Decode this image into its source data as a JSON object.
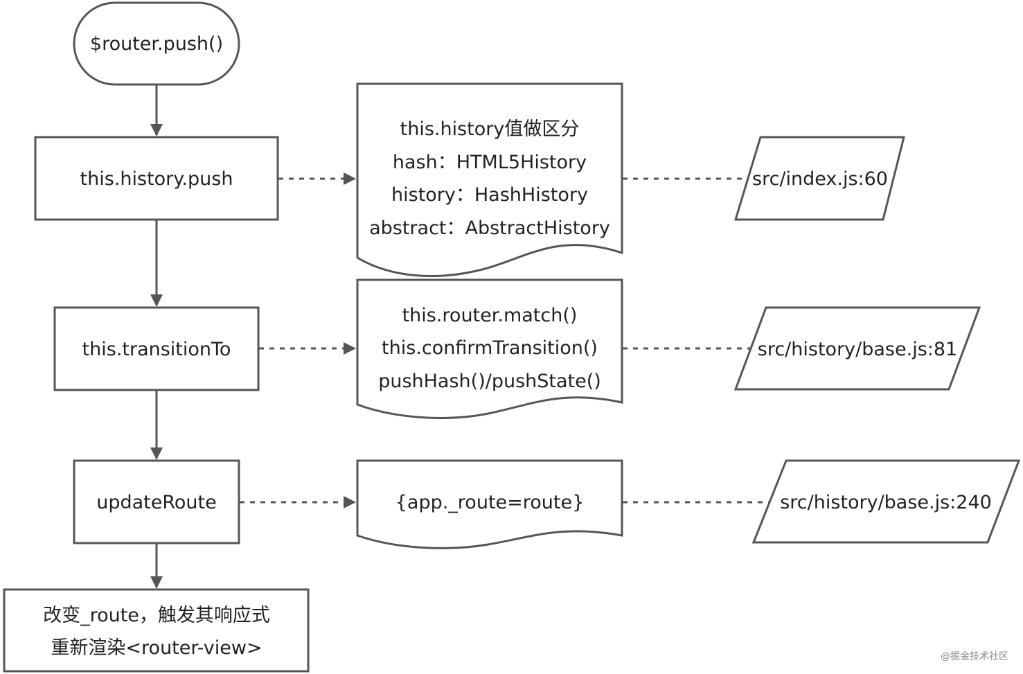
{
  "nodes": {
    "start": {
      "text": "$router.push()"
    },
    "history_push": {
      "text": "this.history.push"
    },
    "transition_to": {
      "text": "this.transitionTo"
    },
    "update_route": {
      "text": "updateRoute"
    },
    "result": {
      "lines": [
        "改变_route，触发其响应式",
        "重新渲染<router-view>"
      ]
    }
  },
  "notes": {
    "history_note": {
      "lines": [
        "this.history值做区分",
        "hash：HTML5History",
        "history：HashHistory",
        "abstract：AbstractHistory"
      ]
    },
    "transition_note": {
      "lines": [
        "this.router.match()",
        "this.confirmTransition()",
        "pushHash()/pushState()"
      ]
    },
    "route_note": {
      "lines": [
        "{app._route=route}"
      ]
    }
  },
  "files": {
    "file_index": {
      "text": "src/index.js:60"
    },
    "file_base_81": {
      "text": "src/history/base.js:81"
    },
    "file_base_240": {
      "text": "src/history/base.js:240"
    }
  },
  "watermark": {
    "text": "@掘金技术社区"
  },
  "colors": {
    "stroke": "#555555",
    "text": "#222222",
    "background": "#ffffff"
  }
}
